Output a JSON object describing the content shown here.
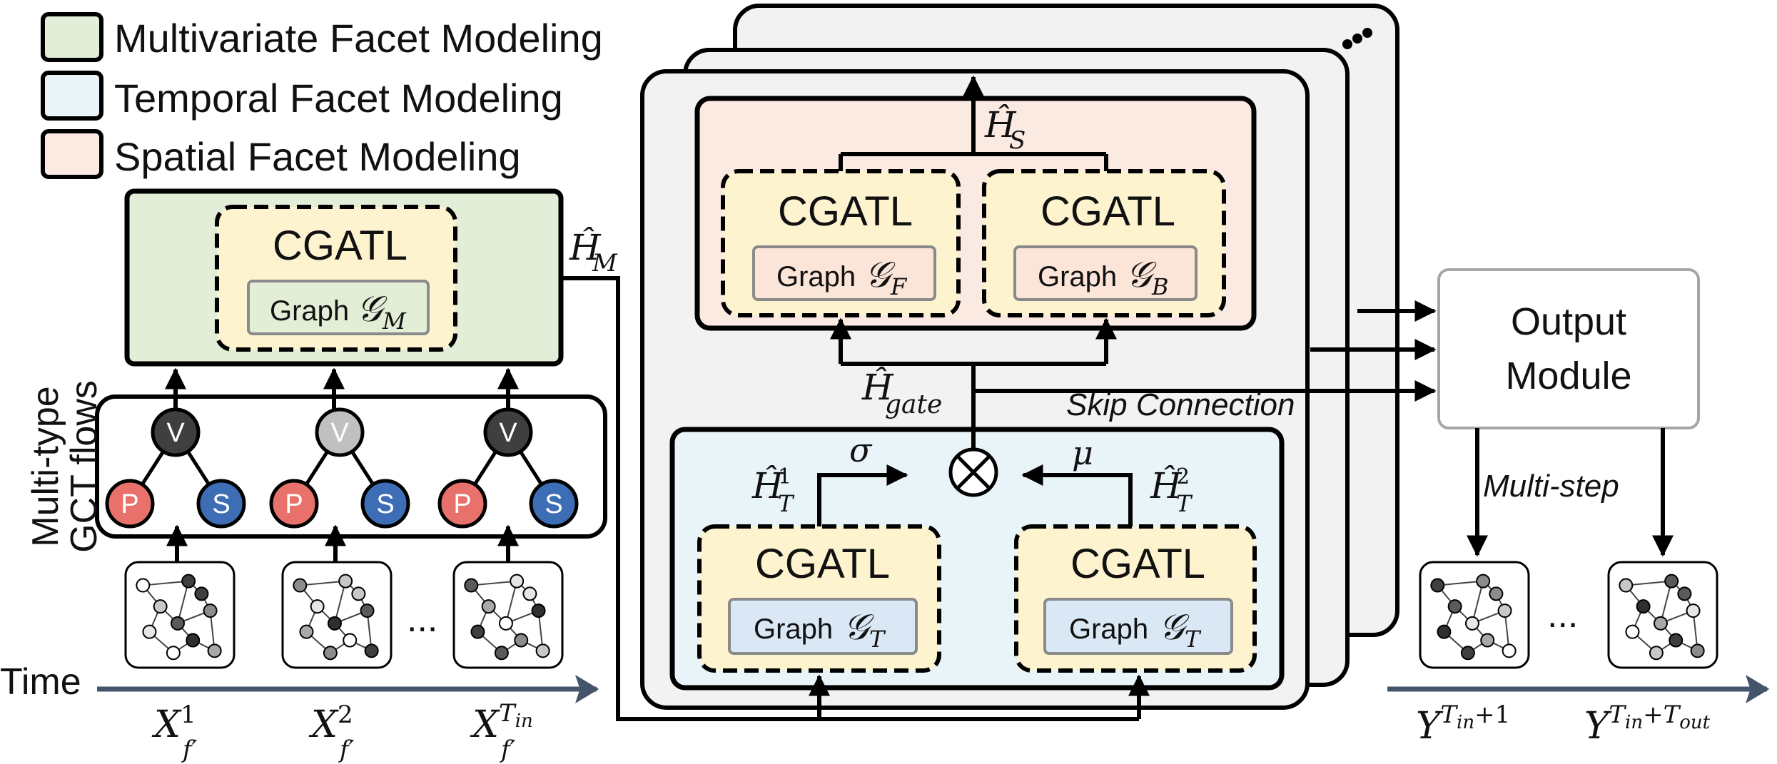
{
  "legend": {
    "items": [
      {
        "label": "Multivariate Facet Modeling",
        "color": "#e2eed7"
      },
      {
        "label": "Temporal Facet Modeling",
        "color": "#e8f4f8"
      },
      {
        "label": "Spatial Facet Modeling",
        "color": "#fbeae2"
      }
    ]
  },
  "multivariate": {
    "block_title": "CGATL",
    "graph_text": "Graph",
    "graph_symbol": "𝒢",
    "graph_sub": "M",
    "output_symbol": "Ĥ",
    "output_sub": "M"
  },
  "gct": {
    "side_label_line1": "Multi-type",
    "side_label_line2": "GCT flows",
    "v_label": "V",
    "p_label": "P",
    "s_label": "S"
  },
  "inputs": {
    "ellipsis": "...",
    "x_symbol": "X",
    "x_sub": "f′",
    "x_sups": [
      "1",
      "2",
      "T"
    ],
    "x_sup_sub": "in"
  },
  "time_label": "Time",
  "spatial": {
    "block1_title": "CGATL",
    "block1_graph_text": "Graph",
    "block1_sub": "F",
    "block2_title": "CGATL",
    "block2_graph_text": "Graph",
    "block2_sub": "B",
    "graph_symbol": "𝒢",
    "output_symbol": "Ĥ",
    "output_sub": "S"
  },
  "temporal": {
    "block1_title": "CGATL",
    "block2_title": "CGATL",
    "graph_text": "Graph",
    "graph_symbol": "𝒢",
    "graph_sub": "T",
    "h_symbol": "Ĥ",
    "h_sub": "T",
    "h1_sup": "1",
    "h2_sup": "2",
    "sigma": "σ",
    "mu": "μ",
    "otimes": "⊗"
  },
  "gate": {
    "symbol": "Ĥ",
    "sub": "gate"
  },
  "skip_label": "Skip Connection",
  "stack_dots": "...",
  "output_module": {
    "line1": "Output",
    "line2": "Module"
  },
  "multistep_label": "Multi-step",
  "outputs": {
    "ellipsis": "...",
    "y_symbol": "Y",
    "y1_sup": "T",
    "y1_sup_sub": "in",
    "y1_sup_tail": "+1",
    "y2_sup": "T",
    "y2_sup_sub": "in",
    "y2_sup_mid": "+T",
    "y2_sup_sub2": "out"
  },
  "colors": {
    "multivariate_fill": "#e2eed7",
    "temporal_fill": "#e8f4f8",
    "spatial_fill": "#fbeae2",
    "cgatl_fill": "#fdf3cf",
    "graph_m_fill": "#e3eed6",
    "graph_spatial_fill": "#fbe4d8",
    "graph_temporal_fill": "#dae8f5",
    "stack_fill": "#f2f2f2",
    "v_dark": "#3f3f3f",
    "v_light": "#c0c0c0",
    "p_red": "#e8726b",
    "s_blue": "#3d6eb5",
    "time_arrow": "#44546a"
  }
}
